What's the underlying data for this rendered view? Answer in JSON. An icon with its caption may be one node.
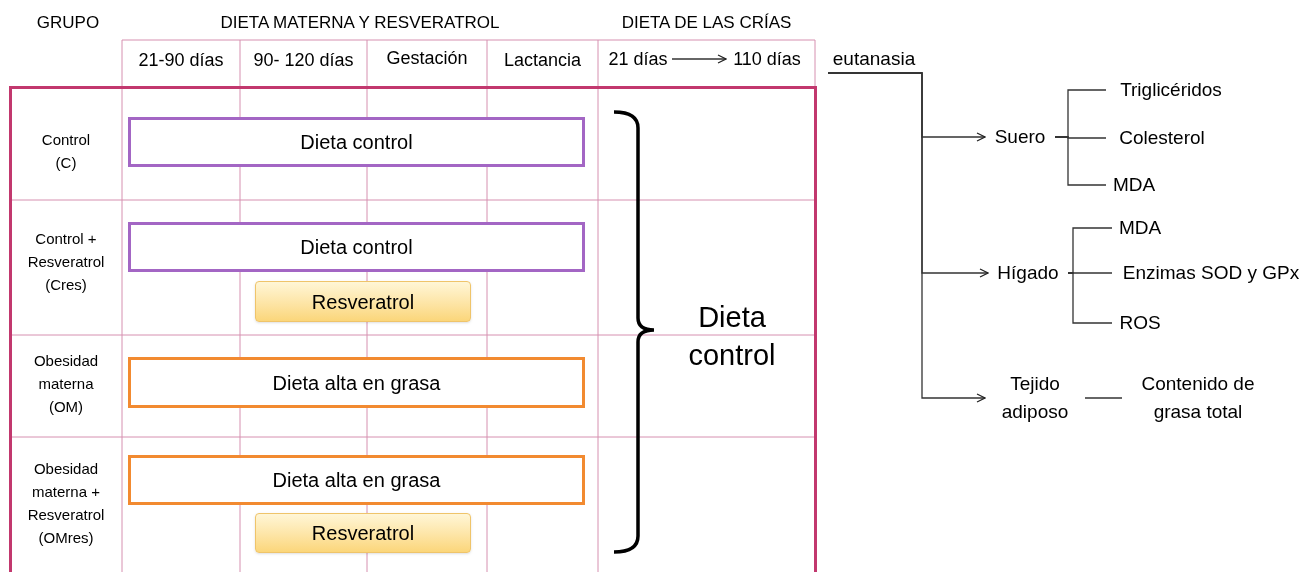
{
  "diagram": {
    "nodes": [
      {
        "text": [
          "21 días"
        ]
      },
      {
        "text": [
          "110 días"
        ]
      },
      {
        "text": [],
        "shape": "box"
      },
      {
        "text": [
          "Dieta control"
        ],
        "in": 2
      },
      {
        "text": [
          "Dieta control"
        ],
        "in": 2
      },
      {
        "text": [
          "Resveratrol"
        ],
        "in": 2
      },
      {
        "text": [
          "Dieta alta en grasa"
        ],
        "in": 2
      },
      {
        "text": [
          "Dieta alta en grasa"
        ],
        "in": 2
      },
      {
        "text": [
          "Resveratrol"
        ],
        "in": 2
      },
      {
        "text": [
          "eutanasia"
        ]
      },
      {
        "text": [
          "Suero"
        ]
      },
      {
        "text": [
          "Triglicéridos"
        ]
      },
      {
        "text": [
          "Colesterol"
        ]
      },
      {
        "text": [
          "MDA"
        ]
      },
      {
        "text": [
          "Hígado"
        ]
      },
      {
        "text": [
          "MDA"
        ]
      },
      {
        "text": [
          "Enzimas SOD y GPx"
        ]
      },
      {
        "text": [
          "ROS"
        ]
      },
      {
        "text": [
          "Tejido adiposo"
        ]
      },
      {
        "text": [
          "Contenido de grasa total"
        ]
      }
    ],
    "edges": [
      {
        "from": 0,
        "to": 1,
        "arrow": "to"
      },
      {
        "from": 9,
        "to": 10,
        "arrow": "to"
      },
      {
        "from": 9,
        "to": 14,
        "arrow": "to"
      },
      {
        "from": 9,
        "to": 18,
        "arrow": "to"
      },
      {
        "from": 10,
        "to": 11,
        "arrow": "none"
      },
      {
        "from": 10,
        "to": 12,
        "arrow": "none"
      },
      {
        "from": 10,
        "to": 13,
        "arrow": "none"
      },
      {
        "from": 14,
        "to": 15,
        "arrow": "none"
      },
      {
        "from": 14,
        "to": 16,
        "arrow": "none"
      },
      {
        "from": 14,
        "to": 17,
        "arrow": "none"
      },
      {
        "from": 18,
        "to": 19,
        "arrow": "none"
      }
    ],
    "labels": [
      "GRUPO",
      "DIETA MATERNA Y RESVERATROL",
      "DIETA DE LAS CRÍAS",
      "21-90 días",
      "90- 120 días",
      "Gestación",
      "Lactancia",
      "Control (C)",
      "Control + Resveratrol (Cres)",
      "Obesidad materna (OM)",
      "Obesidad materna + Resveratrol (OMres)",
      "Dieta control"
    ]
  }
}
